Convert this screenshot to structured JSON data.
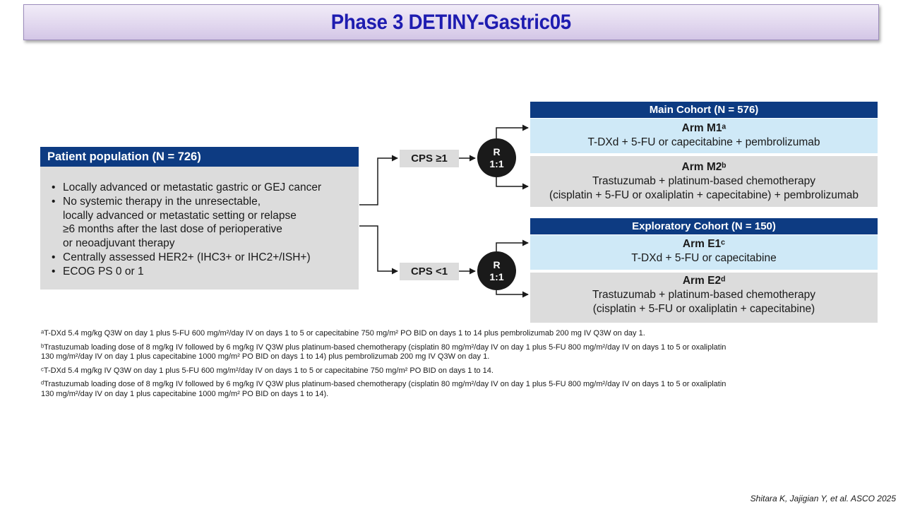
{
  "title": "Phase 3 DETINY-Gastric05",
  "population": {
    "header": "Patient population (N = 726)",
    "bullets": [
      "Locally advanced or metastatic gastric or GEJ cancer",
      "No systemic therapy in the unresectable,\nlocally advanced or metastatic setting or relapse\n≥6 months after the last dose of perioperative\nor neoadjuvant therapy",
      "Centrally assessed HER2+ (IHC3+ or IHC2+/ISH+)",
      "ECOG PS 0 or 1"
    ]
  },
  "strata": {
    "top_label": "CPS ≥1",
    "bottom_label": "CPS <1"
  },
  "randomization": {
    "top": {
      "letter": "R",
      "ratio": "1:1"
    },
    "bottom": {
      "letter": "R",
      "ratio": "1:1"
    }
  },
  "main_cohort": {
    "header": "Main Cohort (N = 576)",
    "arm1": {
      "title": "Arm M1ᵃ",
      "description": "T-DXd + 5-FU or capecitabine + pembrolizumab"
    },
    "arm2": {
      "title": "Arm M2ᵇ",
      "description": "Trastuzumab + platinum-based chemotherapy\n(cisplatin + 5-FU or oxaliplatin + capecitabine) + pembrolizumab"
    }
  },
  "exploratory_cohort": {
    "header": "Exploratory Cohort (N = 150)",
    "arm1": {
      "title": "Arm E1ᶜ",
      "description": "T-DXd + 5-FU or capecitabine"
    },
    "arm2": {
      "title": "Arm E2ᵈ",
      "description": "Trastuzumab + platinum-based chemotherapy\n(cisplatin + 5-FU or oxaliplatin + capecitabine)"
    }
  },
  "footnotes": [
    "ᵃT-DXd 5.4 mg/kg Q3W on day 1 plus 5-FU 600 mg/m²/day IV on days 1 to 5 or capecitabine 750 mg/m² PO BID on days 1 to 14 plus pembrolizumab 200 mg IV Q3W on day 1.",
    "ᵇTrastuzumab loading dose of 8 mg/kg IV followed by 6 mg/kg IV Q3W plus platinum-based chemotherapy (cisplatin 80 mg/m²/day IV on day 1 plus 5-FU 800 mg/m²/day IV on days 1 to 5 or oxaliplatin\n 130 mg/m²/day IV on day 1 plus capecitabine 1000 mg/m² PO BID on days 1 to 14) plus pembrolizumab 200 mg IV Q3W on day 1.",
    "ᶜT-DXd 5.4 mg/kg IV Q3W on day 1 plus 5-FU 600 mg/m²/day IV on days 1 to 5 or capecitabine 750 mg/m² PO BID on days 1 to 14.",
    "ᵈTrastuzumab loading dose of 8 mg/kg IV followed by 6 mg/kg IV Q3W plus platinum-based chemotherapy (cisplatin 80 mg/m²/day IV on day 1 plus 5-FU 800 mg/m²/day IV on days 1 to 5 or oxaliplatin\n 130 mg/m²/day IV on day 1 plus capecitabine 1000 mg/m² PO BID on days 1 to 14)."
  ],
  "citation": "Shitara K, Jajigian Y, et al. ASCO 2025"
}
